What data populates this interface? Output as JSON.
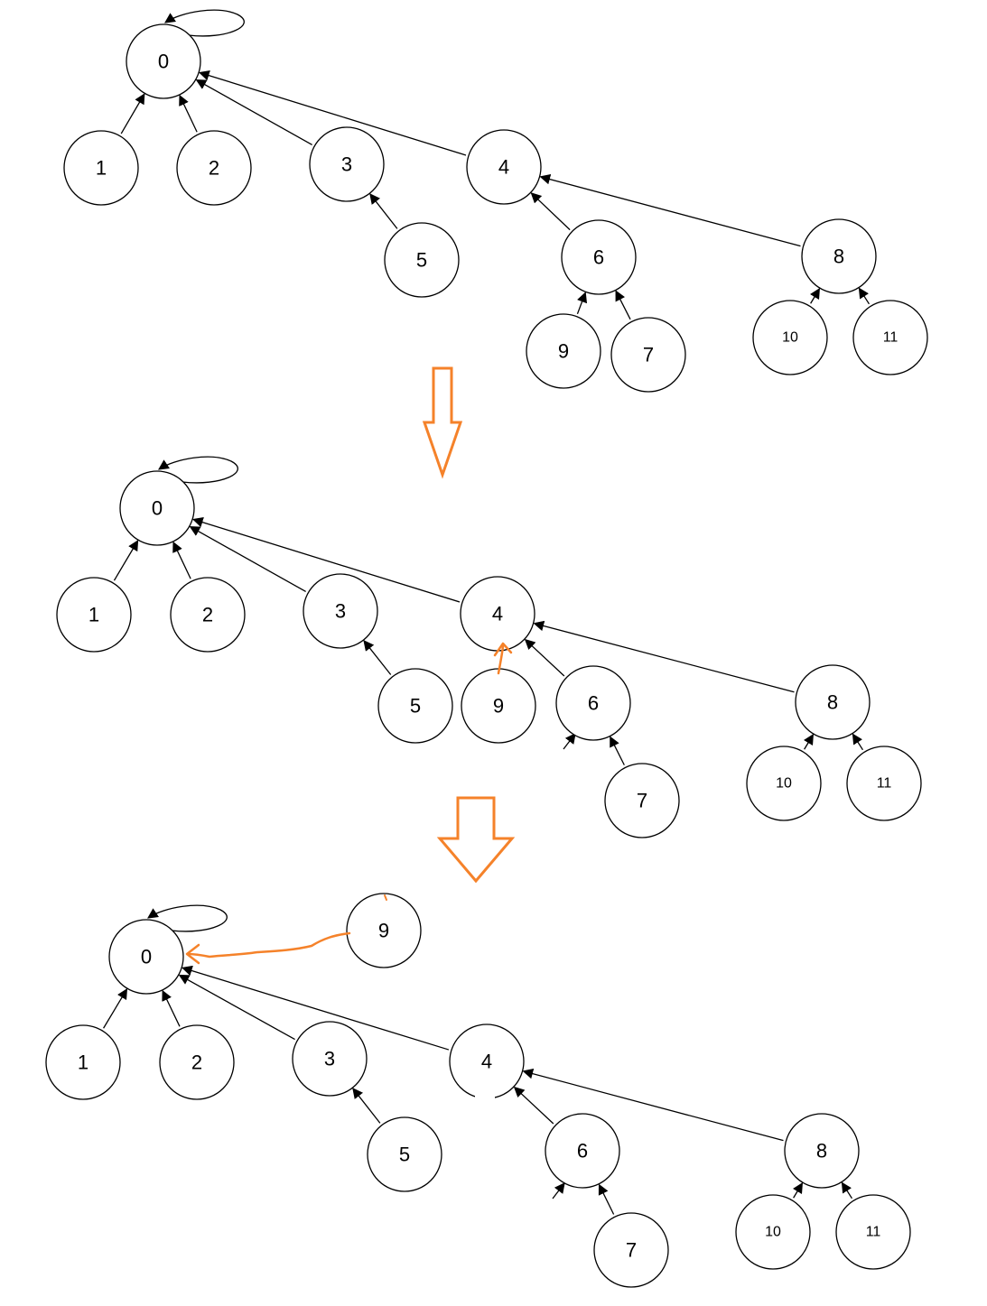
{
  "colors": {
    "ink": "#000000",
    "accent": "#f5822a",
    "background": "#ffffff"
  },
  "stages": [
    {
      "id": "stage-1",
      "nodes": [
        {
          "id": "0",
          "label": "0"
        },
        {
          "id": "1",
          "label": "1"
        },
        {
          "id": "2",
          "label": "2"
        },
        {
          "id": "3",
          "label": "3"
        },
        {
          "id": "4",
          "label": "4"
        },
        {
          "id": "5",
          "label": "5"
        },
        {
          "id": "6",
          "label": "6"
        },
        {
          "id": "8",
          "label": "8"
        },
        {
          "id": "9",
          "label": "9"
        },
        {
          "id": "7",
          "label": "7"
        },
        {
          "id": "10",
          "label": "10"
        },
        {
          "id": "11",
          "label": "11"
        }
      ],
      "edges": [
        {
          "from": "0",
          "to": "0",
          "kind": "self-loop"
        },
        {
          "from": "1",
          "to": "0"
        },
        {
          "from": "2",
          "to": "0"
        },
        {
          "from": "3",
          "to": "0"
        },
        {
          "from": "4",
          "to": "0"
        },
        {
          "from": "5",
          "to": "3"
        },
        {
          "from": "6",
          "to": "4"
        },
        {
          "from": "8",
          "to": "4"
        },
        {
          "from": "9",
          "to": "6"
        },
        {
          "from": "7",
          "to": "6"
        },
        {
          "from": "10",
          "to": "8"
        },
        {
          "from": "11",
          "to": "8"
        }
      ]
    },
    {
      "id": "stage-2",
      "nodes": [
        {
          "id": "0",
          "label": "0"
        },
        {
          "id": "1",
          "label": "1"
        },
        {
          "id": "2",
          "label": "2"
        },
        {
          "id": "3",
          "label": "3"
        },
        {
          "id": "4",
          "label": "4"
        },
        {
          "id": "5",
          "label": "5"
        },
        {
          "id": "9",
          "label": "9"
        },
        {
          "id": "6",
          "label": "6"
        },
        {
          "id": "8",
          "label": "8"
        },
        {
          "id": "7",
          "label": "7"
        },
        {
          "id": "10",
          "label": "10"
        },
        {
          "id": "11",
          "label": "11"
        }
      ],
      "edges": [
        {
          "from": "0",
          "to": "0",
          "kind": "self-loop"
        },
        {
          "from": "1",
          "to": "0"
        },
        {
          "from": "2",
          "to": "0"
        },
        {
          "from": "3",
          "to": "0"
        },
        {
          "from": "4",
          "to": "0"
        },
        {
          "from": "5",
          "to": "3"
        },
        {
          "from": "9",
          "to": "4",
          "highlight": true
        },
        {
          "from": "6",
          "to": "4"
        },
        {
          "from": "8",
          "to": "4"
        },
        {
          "from": "7",
          "to": "6"
        },
        {
          "from": "10",
          "to": "8"
        },
        {
          "from": "11",
          "to": "8"
        }
      ]
    },
    {
      "id": "stage-3",
      "nodes": [
        {
          "id": "0",
          "label": "0"
        },
        {
          "id": "9",
          "label": "9"
        },
        {
          "id": "1",
          "label": "1"
        },
        {
          "id": "2",
          "label": "2"
        },
        {
          "id": "3",
          "label": "3"
        },
        {
          "id": "4",
          "label": "4"
        },
        {
          "id": "5",
          "label": "5"
        },
        {
          "id": "6",
          "label": "6"
        },
        {
          "id": "8",
          "label": "8"
        },
        {
          "id": "7",
          "label": "7"
        },
        {
          "id": "10",
          "label": "10"
        },
        {
          "id": "11",
          "label": "11"
        }
      ],
      "edges": [
        {
          "from": "0",
          "to": "0",
          "kind": "self-loop"
        },
        {
          "from": "9",
          "to": "0",
          "highlight": true
        },
        {
          "from": "1",
          "to": "0"
        },
        {
          "from": "2",
          "to": "0"
        },
        {
          "from": "3",
          "to": "0"
        },
        {
          "from": "4",
          "to": "0"
        },
        {
          "from": "5",
          "to": "3"
        },
        {
          "from": "6",
          "to": "4"
        },
        {
          "from": "8",
          "to": "4"
        },
        {
          "from": "7",
          "to": "6"
        },
        {
          "from": "10",
          "to": "8"
        },
        {
          "from": "11",
          "to": "8"
        }
      ]
    }
  ]
}
